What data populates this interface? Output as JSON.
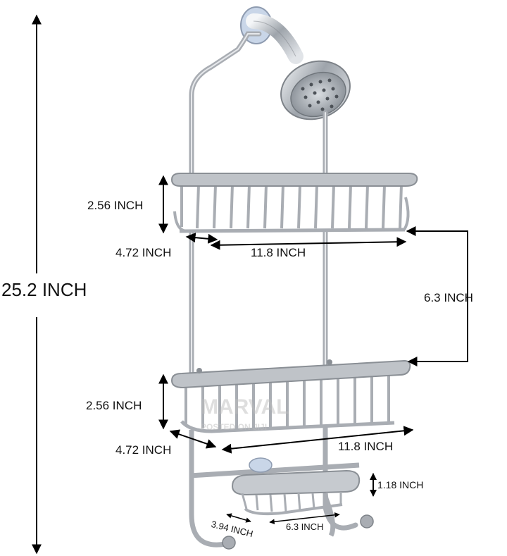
{
  "dimensions": {
    "total_height": "25.2 INCH",
    "top_basket_height": "2.56 INCH",
    "top_basket_depth": "4.72 INCH",
    "top_basket_width": "11.8 INCH",
    "basket_spacing": "6.3 INCH",
    "mid_basket_height": "2.56 INCH",
    "mid_basket_depth": "4.72 INCH",
    "mid_basket_width": "11.8 INCH",
    "soap_dish_height": "1.18 INCH",
    "soap_dish_depth": "3.94 INCH",
    "soap_dish_width": "6.3 INCH"
  },
  "watermark": {
    "line1": "MARVAL",
    "line2": "POSTED ON JIJI"
  },
  "colors": {
    "metal": "#a9adb3",
    "metal_dark": "#7d8288",
    "arrow": "#000000"
  }
}
